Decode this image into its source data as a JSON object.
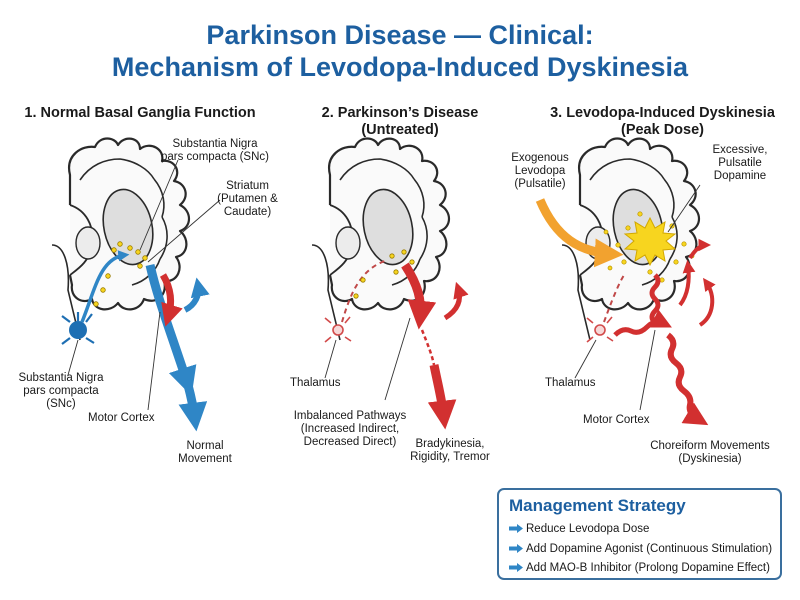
{
  "title": {
    "line1": "Parkinson Disease — Clinical:",
    "line2": "Mechanism of Levodopa-Induced Dyskinesia"
  },
  "panels": [
    {
      "heading": [
        "1. Normal Basal Ganglia Function"
      ],
      "labels": {
        "snc_top": [
          "Substantia Nigra",
          "pars compacta (SNc)"
        ],
        "striatum": [
          "Striatum",
          "(Putamen &",
          "Caudate)"
        ],
        "snc_left": [
          "Substantia Nigra",
          "pars compacta",
          "(SNc)"
        ],
        "motor_cortex": "Motor Cortex",
        "outcome": [
          "Normal",
          "Movement"
        ]
      }
    },
    {
      "heading": [
        "2. Parkinson’s Disease",
        "(Untreated)"
      ],
      "labels": {
        "thalamus": "Thalamus",
        "imbalanced": [
          "Imbalanced Pathways",
          "(Increased Indirect,",
          "Decreased Direct)"
        ],
        "outcome": [
          "Bradykinesia,",
          "Rigidity, Tremor"
        ]
      }
    },
    {
      "heading": [
        "3. Levodopa-Induced Dyskinesia",
        "(Peak Dose)"
      ],
      "labels": {
        "exogenous": [
          "Exogenous",
          "Levodopa",
          "(Pulsatile)"
        ],
        "excessive": [
          "Excessive,",
          "Pulsatile",
          "Dopamine"
        ],
        "thalamus": "Thalamus",
        "motor_cortex": "Motor Cortex",
        "outcome": [
          "Choreiform Movements",
          "(Dyskinesia)"
        ]
      }
    }
  ],
  "management": {
    "title": "Management Strategy",
    "items": [
      "Reduce Levodopa Dose",
      "Add Dopamine Agonist (Continuous Stimulation)",
      "Add MAO-B Inhibitor (Prolong Dopamine Effect)"
    ]
  },
  "colors": {
    "title_blue": "#1d5fa0",
    "pathway_blue": "#2f86c6",
    "pathway_red": "#d23030",
    "levodopa_orange": "#f2a22f",
    "dopamine_yellow": "#f7d51f"
  }
}
